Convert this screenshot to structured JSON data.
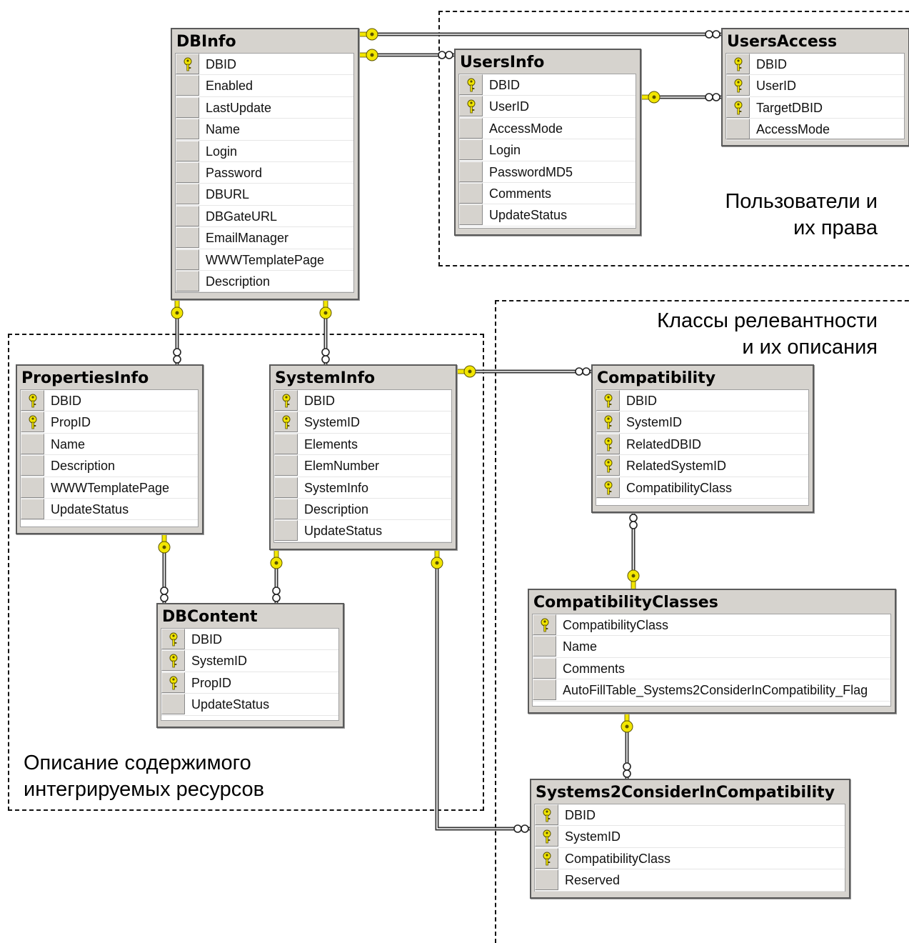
{
  "regions": {
    "users": {
      "label_lines": [
        "Пользователи и",
        "их права"
      ]
    },
    "classes": {
      "label_lines": [
        "Классы релевантности",
        "и их описания"
      ]
    },
    "content": {
      "label_lines": [
        "Описание содержимого",
        "интегрируемых ресурсов"
      ]
    }
  },
  "tables": {
    "dbinfo": {
      "title": "DBInfo",
      "columns": [
        {
          "name": "DBID",
          "key": true
        },
        {
          "name": "Enabled",
          "key": false
        },
        {
          "name": "LastUpdate",
          "key": false
        },
        {
          "name": "Name",
          "key": false
        },
        {
          "name": "Login",
          "key": false
        },
        {
          "name": "Password",
          "key": false
        },
        {
          "name": "DBURL",
          "key": false
        },
        {
          "name": "DBGateURL",
          "key": false
        },
        {
          "name": "EmailManager",
          "key": false
        },
        {
          "name": "WWWTemplatePage",
          "key": false
        },
        {
          "name": "Description",
          "key": false
        }
      ]
    },
    "usersinfo": {
      "title": "UsersInfo",
      "columns": [
        {
          "name": "DBID",
          "key": true
        },
        {
          "name": "UserID",
          "key": true
        },
        {
          "name": "AccessMode",
          "key": false
        },
        {
          "name": "Login",
          "key": false
        },
        {
          "name": "PasswordMD5",
          "key": false
        },
        {
          "name": "Comments",
          "key": false
        },
        {
          "name": "UpdateStatus",
          "key": false
        }
      ]
    },
    "usersaccess": {
      "title": "UsersAccess",
      "columns": [
        {
          "name": "DBID",
          "key": true
        },
        {
          "name": "UserID",
          "key": true
        },
        {
          "name": "TargetDBID",
          "key": true
        },
        {
          "name": "AccessMode",
          "key": false
        }
      ]
    },
    "propertiesinfo": {
      "title": "PropertiesInfo",
      "columns": [
        {
          "name": "DBID",
          "key": true
        },
        {
          "name": "PropID",
          "key": true
        },
        {
          "name": "Name",
          "key": false
        },
        {
          "name": "Description",
          "key": false
        },
        {
          "name": "WWWTemplatePage",
          "key": false
        },
        {
          "name": "UpdateStatus",
          "key": false
        }
      ]
    },
    "systeminfo": {
      "title": "SystemInfo",
      "columns": [
        {
          "name": "DBID",
          "key": true
        },
        {
          "name": "SystemID",
          "key": true
        },
        {
          "name": "Elements",
          "key": false
        },
        {
          "name": "ElemNumber",
          "key": false
        },
        {
          "name": "SystemInfo",
          "key": false
        },
        {
          "name": "Description",
          "key": false
        },
        {
          "name": "UpdateStatus",
          "key": false
        }
      ]
    },
    "compatibility": {
      "title": "Compatibility",
      "columns": [
        {
          "name": "DBID",
          "key": true
        },
        {
          "name": "SystemID",
          "key": true
        },
        {
          "name": "RelatedDBID",
          "key": true
        },
        {
          "name": "RelatedSystemID",
          "key": true
        },
        {
          "name": "CompatibilityClass",
          "key": true
        }
      ]
    },
    "dbcontent": {
      "title": "DBContent",
      "columns": [
        {
          "name": "DBID",
          "key": true
        },
        {
          "name": "SystemID",
          "key": true
        },
        {
          "name": "PropID",
          "key": true
        },
        {
          "name": "UpdateStatus",
          "key": false
        }
      ]
    },
    "compatibilityclasses": {
      "title": "CompatibilityClasses",
      "columns": [
        {
          "name": "CompatibilityClass",
          "key": true
        },
        {
          "name": "Name",
          "key": false
        },
        {
          "name": "Comments",
          "key": false
        },
        {
          "name": "AutoFillTable_Systems2ConsiderInCompatibility_Flag",
          "key": false
        }
      ]
    },
    "systems2consider": {
      "title": "Systems2ConsiderInCompatibility",
      "columns": [
        {
          "name": "DBID",
          "key": true
        },
        {
          "name": "SystemID",
          "key": true
        },
        {
          "name": "CompatibilityClass",
          "key": true
        },
        {
          "name": "Reserved",
          "key": false
        }
      ]
    }
  },
  "relationships": [
    {
      "one": "dbinfo",
      "many": "usersaccess"
    },
    {
      "one": "dbinfo",
      "many": "usersinfo"
    },
    {
      "one": "usersinfo",
      "many": "usersaccess"
    },
    {
      "one": "dbinfo",
      "many": "propertiesinfo"
    },
    {
      "one": "dbinfo",
      "many": "systeminfo"
    },
    {
      "one": "systeminfo",
      "many": "compatibility"
    },
    {
      "one": "propertiesinfo",
      "many": "dbcontent"
    },
    {
      "one": "systeminfo",
      "many": "dbcontent"
    },
    {
      "one": "compatibilityclasses",
      "many": "compatibility"
    },
    {
      "one": "compatibilityclasses",
      "many": "systems2consider"
    },
    {
      "one": "systeminfo",
      "many": "systems2consider"
    }
  ],
  "colors": {
    "key_yellow": "#f2e600",
    "table_frame": "#d6d3ce",
    "line": "#333333"
  }
}
